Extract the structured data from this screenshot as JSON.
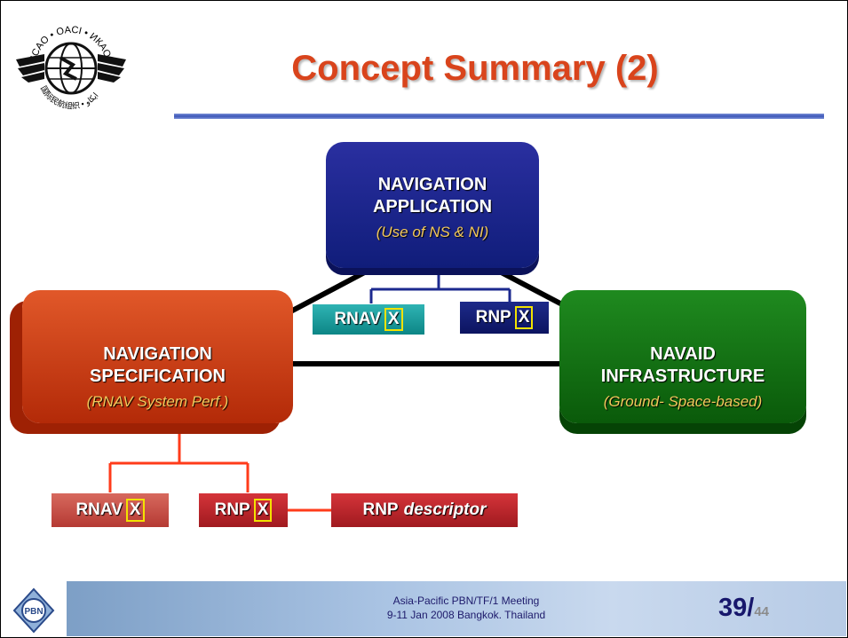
{
  "slide": {
    "title": "Concept Summary (2)"
  },
  "logo": {
    "top_text": "ICAO • OACI • ИКАО",
    "bottom_text": "国际民航组织 • ايكاو",
    "footer_logo_text": "PBN"
  },
  "diagram": {
    "nav_application": {
      "line1": "NAVIGATION",
      "line2": "APPLICATION",
      "sub": "(Use of NS & NI)"
    },
    "nav_specification": {
      "line1": "NAVIGATION",
      "line2": "SPECIFICATION",
      "sub": "(RNAV System Perf.)"
    },
    "navaid": {
      "line1": "NAVAID",
      "line2": "INFRASTRUCTURE",
      "sub": "(Ground- Space-based)"
    },
    "app_tags": [
      {
        "label": "RNAV",
        "x": "X"
      },
      {
        "label": "RNP",
        "x": "X"
      }
    ],
    "spec_tags": [
      {
        "label": "RNAV",
        "x": "X"
      },
      {
        "label": "RNP",
        "x": "X"
      }
    ],
    "descriptor": {
      "label": "RNP",
      "italic": "descriptor"
    }
  },
  "footer": {
    "line1": "Asia-Pacific PBN/TF/1 Meeting",
    "line2": "9-11 Jan 2008  Bangkok. Thailand",
    "page": "39/",
    "total": "44"
  }
}
